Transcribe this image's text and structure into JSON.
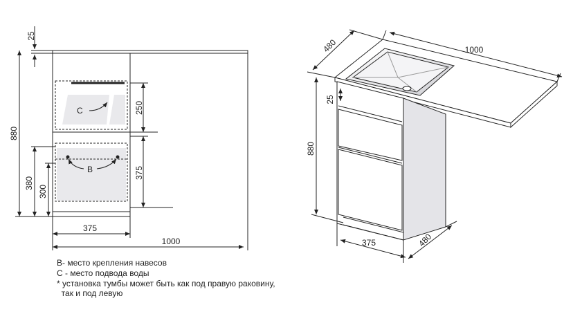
{
  "front_view": {
    "dims": {
      "top_25": "25",
      "height_880": "880",
      "drawer_250": "250",
      "drawer_375": "375",
      "h_380": "380",
      "h_300": "300",
      "width_375": "375",
      "width_1000": "1000"
    },
    "label_c": "C",
    "label_b": "B"
  },
  "iso_view": {
    "dims": {
      "depth_480_top": "480",
      "width_1000": "1000",
      "top_25": "25",
      "height_880": "880",
      "width_375": "375",
      "depth_480_bottom": "480"
    }
  },
  "legend": {
    "line_b": "B- место крепления навесов",
    "line_c": "C - место подвода воды",
    "line_note1": "* установка тумбы может быть как под правую раковину,",
    "line_note2": "  так и под левую"
  },
  "colors": {
    "line": "#222222",
    "panel": "#e9e9ec",
    "dim": "#333333"
  }
}
